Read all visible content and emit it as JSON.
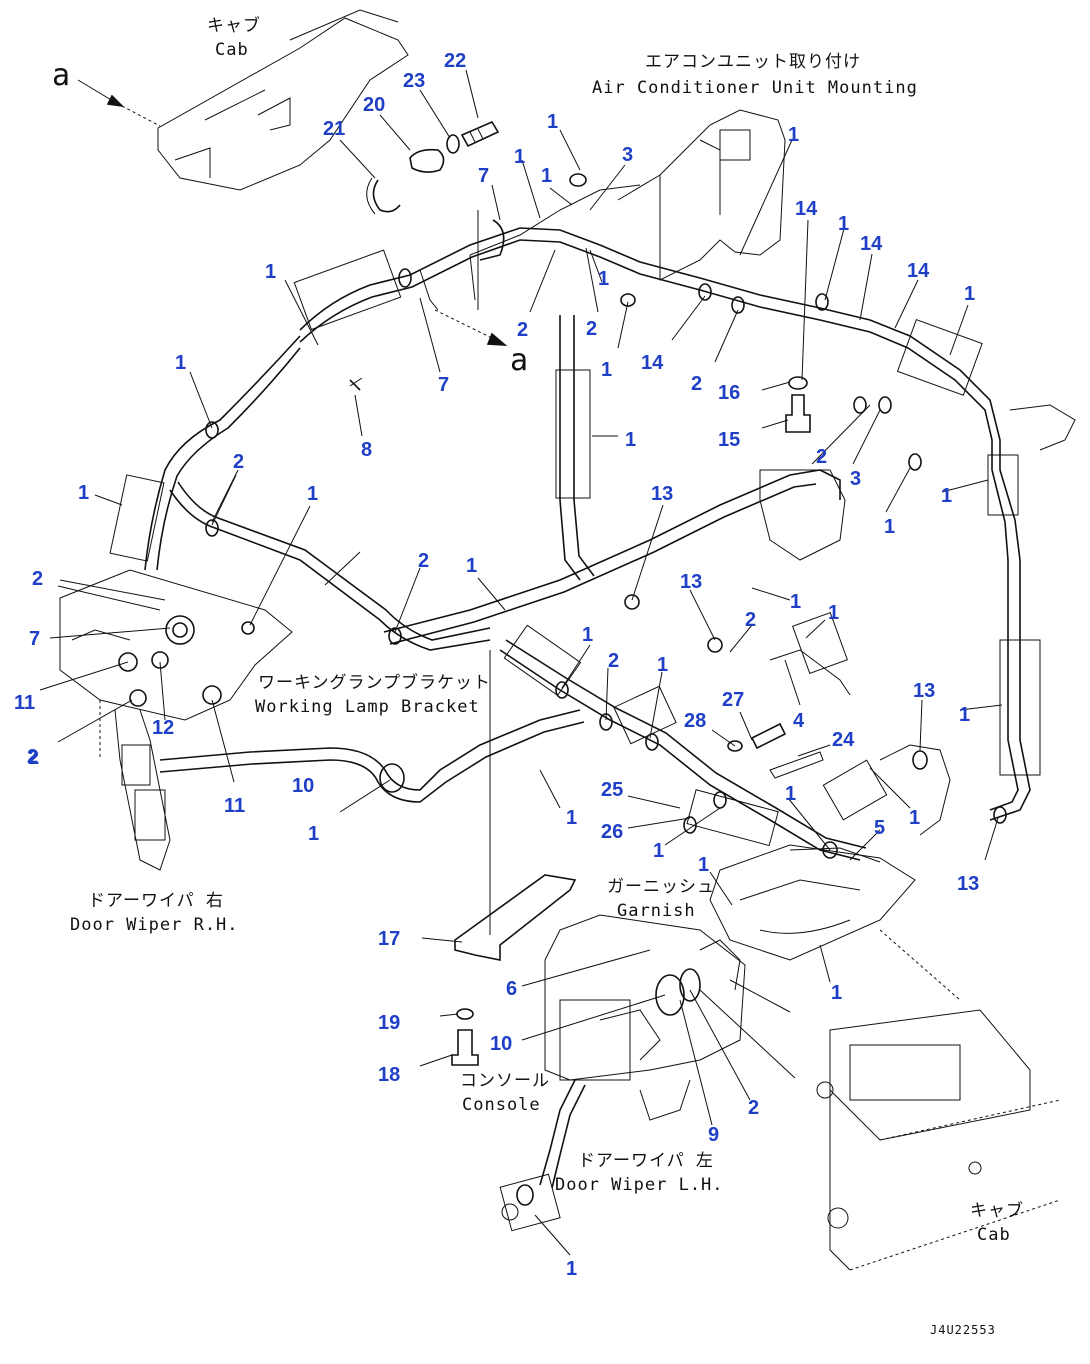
{
  "diagram": {
    "colors": {
      "callout": "#1f3fc6",
      "line": "#111111",
      "background": "#ffffff"
    },
    "section_labels": {
      "cab_top_jp": "キャブ",
      "cab_top_en": "Cab",
      "ac_jp": "エアコンユニット取り付け",
      "ac_en": "Air Conditioner Unit Mounting",
      "wlb_jp": "ワーキングランプブラケット",
      "wlb_en": "Working Lamp Bracket",
      "dwr_jp": "ドアーワイパ 右",
      "dwr_en": "Door Wiper R.H.",
      "garnish_jp": "ガーニッシュ",
      "garnish_en": "Garnish",
      "console_jp": "コンソール",
      "console_en": "Console",
      "dwl_jp": "ドアーワイパ 左",
      "dwl_en": "Door Wiper L.H.",
      "cab_bottom_jp": "キャブ",
      "cab_bottom_en": "Cab",
      "view_arrow_top": "a",
      "view_arrow_mid": "a",
      "drawing_id": "J4U22553"
    },
    "callouts": [
      "22",
      "23",
      "20",
      "21",
      "1",
      "3",
      "1",
      "7",
      "1",
      "1",
      "14",
      "1",
      "14",
      "14",
      "1",
      "1",
      "1",
      "2",
      "2",
      "7",
      "1",
      "2",
      "1",
      "14",
      "2",
      "16",
      "8",
      "15",
      "1",
      "2",
      "3",
      "1",
      "2",
      "1",
      "1",
      "1",
      "13",
      "2",
      "1",
      "2",
      "1",
      "7",
      "13",
      "1",
      "2",
      "1",
      "11",
      "2",
      "1",
      "27",
      "4",
      "28",
      "13",
      "12",
      "24",
      "1",
      "2",
      "11",
      "10",
      "25",
      "1",
      "1",
      "26",
      "1",
      "5",
      "1",
      "13",
      "1",
      "17",
      "6",
      "1",
      "19",
      "10",
      "1",
      "18",
      "2",
      "9",
      "1"
    ]
  }
}
